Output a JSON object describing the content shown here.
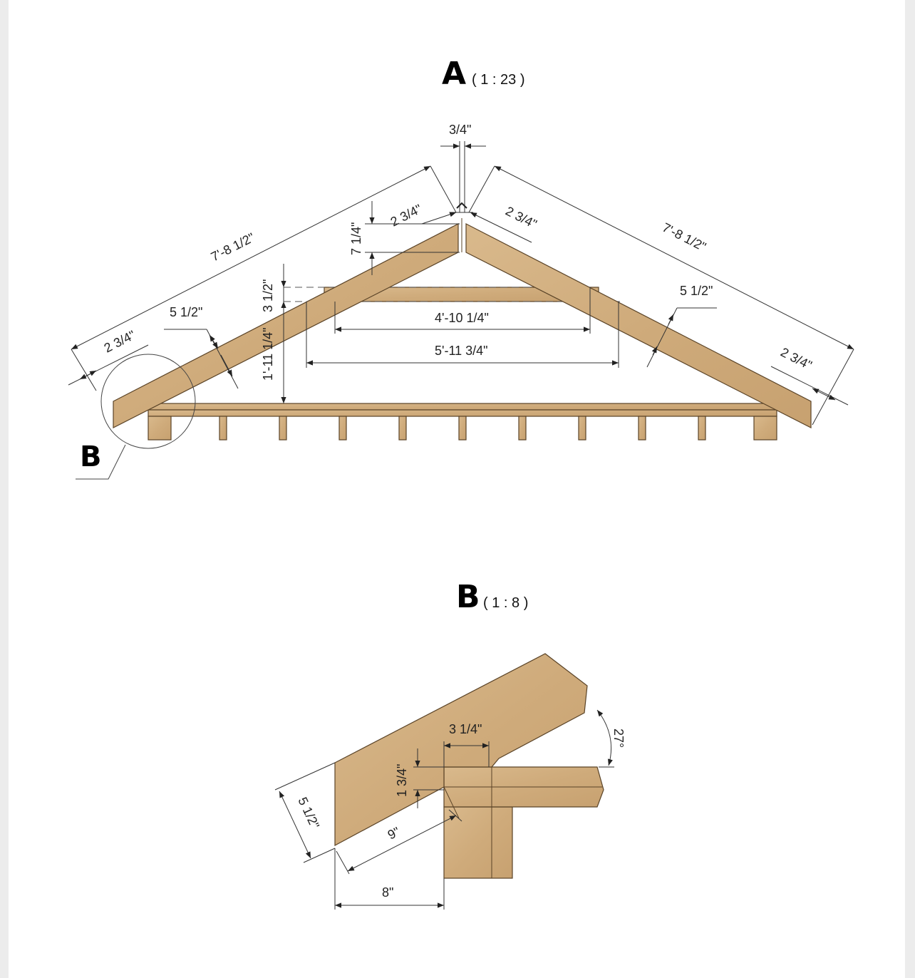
{
  "view_a": {
    "letter": "A",
    "scale": "( 1 : 23 )",
    "dims": {
      "peak_gap": "3/4\"",
      "rafter_left": "7'-8 1/2\"",
      "rafter_right": "7'-8 1/2\"",
      "top_left": "2 3/4\"",
      "top_right": "2 3/4\"",
      "peak_drop": "7 1/4\"",
      "collar_depth": "3 1/2\"",
      "collar_height": "1'-11 1/4\"",
      "collar_inner": "4'-10 1/4\"",
      "collar_outer": "5'-11 3/4\"",
      "rafter_depth_left": "5 1/2\"",
      "rafter_depth_right": "5 1/2\"",
      "tail_left": "2 3/4\"",
      "tail_right": "2 3/4\""
    },
    "callout": "B"
  },
  "view_b": {
    "letter": "B",
    "scale": "( 1 : 8 )",
    "dims": {
      "seat_width": "3 1/4\"",
      "seat_height": "1 3/4\"",
      "angle": "27°",
      "rafter_depth": "5 1/2\"",
      "heel_length": "9\"",
      "overhang": "8\""
    }
  }
}
